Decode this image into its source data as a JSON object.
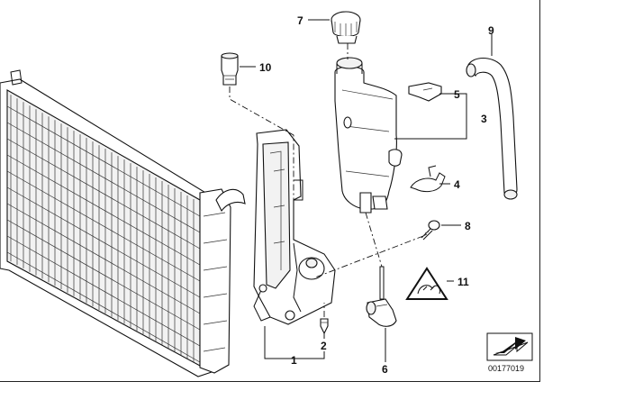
{
  "diagram": {
    "callouts": [
      {
        "id": "c1",
        "label": "1"
      },
      {
        "id": "c2",
        "label": "2"
      },
      {
        "id": "c3",
        "label": "3"
      },
      {
        "id": "c4",
        "label": "4"
      },
      {
        "id": "c5",
        "label": "5"
      },
      {
        "id": "c6",
        "label": "6"
      },
      {
        "id": "c7",
        "label": "7"
      },
      {
        "id": "c8",
        "label": "8"
      },
      {
        "id": "c9",
        "label": "9"
      },
      {
        "id": "c10",
        "label": "10"
      },
      {
        "id": "c11",
        "label": "11"
      }
    ],
    "catalog_number": "00177019",
    "colors": {
      "line": "#111111",
      "fill": "#f2f2f2",
      "background": "#ffffff"
    },
    "icons": [
      "arrow-icon",
      "warning-triangle-icon"
    ]
  }
}
